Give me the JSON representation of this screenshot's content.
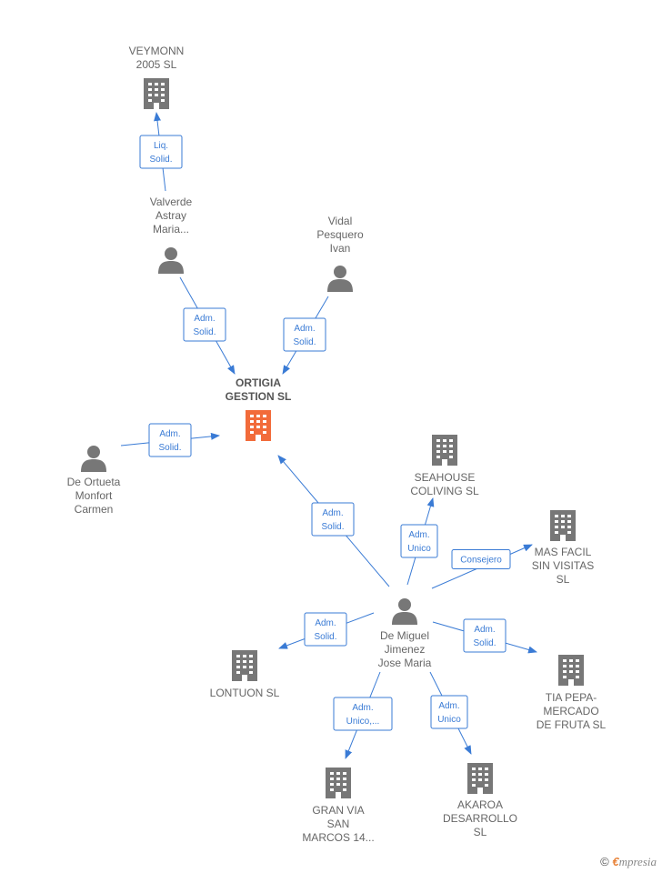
{
  "colors": {
    "accent": "#3a7bd5",
    "node": "#777777",
    "main_node": "#f26b3a"
  },
  "nodes": [
    {
      "id": "veymonn",
      "kind": "company",
      "label": [
        "VEYMONN",
        "2005 SL"
      ]
    },
    {
      "id": "valverde",
      "kind": "person",
      "label": [
        "Valverde",
        "Astray",
        "Maria..."
      ]
    },
    {
      "id": "vidal",
      "kind": "person",
      "label": [
        "Vidal",
        "Pesquero",
        "Ivan"
      ]
    },
    {
      "id": "ortigia",
      "kind": "company",
      "main": true,
      "label": [
        "ORTIGIA",
        "GESTION  SL"
      ]
    },
    {
      "id": "ortueta",
      "kind": "person",
      "label": [
        "De Ortueta",
        "Monfort",
        "Carmen"
      ]
    },
    {
      "id": "seahouse",
      "kind": "company",
      "label": [
        "SEAHOUSE",
        "COLIVING  SL"
      ]
    },
    {
      "id": "masfacil",
      "kind": "company",
      "label": [
        "MAS FACIL",
        "SIN VISITAS",
        "SL"
      ]
    },
    {
      "id": "demiguel",
      "kind": "person",
      "label": [
        "De Miguel",
        "Jimenez",
        "Jose Maria"
      ]
    },
    {
      "id": "lontuon",
      "kind": "company",
      "label": [
        "LONTUON  SL"
      ]
    },
    {
      "id": "tiapepa",
      "kind": "company",
      "label": [
        "TIA PEPA-",
        "MERCADO",
        "DE FRUTA SL"
      ]
    },
    {
      "id": "granvia",
      "kind": "company",
      "label": [
        "GRAN VIA",
        "SAN",
        "MARCOS 14..."
      ]
    },
    {
      "id": "akaroa",
      "kind": "company",
      "label": [
        "AKAROA",
        "DESARROLLO",
        "SL"
      ]
    }
  ],
  "edges": [
    {
      "from": "valverde",
      "to": "veymonn",
      "label": [
        "Liq.",
        "Solid."
      ]
    },
    {
      "from": "valverde",
      "to": "ortigia",
      "label": [
        "Adm.",
        "Solid."
      ]
    },
    {
      "from": "vidal",
      "to": "ortigia",
      "label": [
        "Adm.",
        "Solid."
      ]
    },
    {
      "from": "ortueta",
      "to": "ortigia",
      "label": [
        "Adm.",
        "Solid."
      ]
    },
    {
      "from": "demiguel",
      "to": "ortigia",
      "label": [
        "Adm.",
        "Solid."
      ]
    },
    {
      "from": "demiguel",
      "to": "seahouse",
      "label": [
        "Adm.",
        "Unico"
      ]
    },
    {
      "from": "demiguel",
      "to": "masfacil",
      "label": [
        "Consejero"
      ]
    },
    {
      "from": "demiguel",
      "to": "lontuon",
      "label": [
        "Adm.",
        "Solid."
      ]
    },
    {
      "from": "demiguel",
      "to": "tiapepa",
      "label": [
        "Adm.",
        "Solid."
      ]
    },
    {
      "from": "demiguel",
      "to": "granvia",
      "label": [
        "Adm.",
        "Unico,..."
      ]
    },
    {
      "from": "demiguel",
      "to": "akaroa",
      "label": [
        "Adm.",
        "Unico"
      ]
    }
  ],
  "footer": {
    "copyright": "©",
    "brand_first": "€",
    "brand_rest": "mpresia"
  }
}
